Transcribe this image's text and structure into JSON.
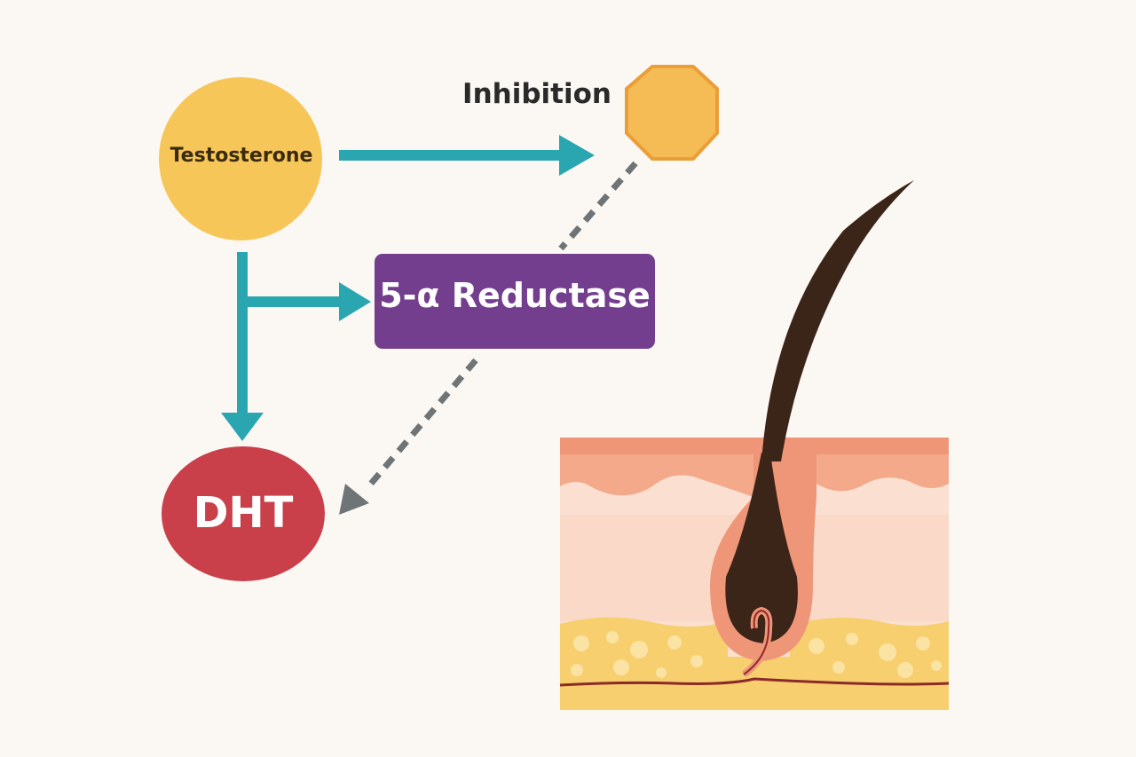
{
  "diagram": {
    "nodes": {
      "testosterone": {
        "label": "Testosterone",
        "color": "#f7c659"
      },
      "inhibitor": {
        "label": "Inhibition",
        "color": "#f5bb55"
      },
      "enzyme": {
        "label": "5-α Reductase",
        "color": "#733e8e"
      },
      "dht": {
        "label": "DHT",
        "color": "#c9404a"
      }
    },
    "edges": [
      {
        "from": "testosterone",
        "to": "inhibitor",
        "style": "solid",
        "color": "#2aa6b0"
      },
      {
        "from": "testosterone",
        "to": "enzyme",
        "style": "solid",
        "color": "#2aa6b0"
      },
      {
        "from": "testosterone",
        "to": "dht",
        "style": "solid",
        "color": "#2aa6b0"
      },
      {
        "from": "inhibitor",
        "to": "dht",
        "style": "dashed",
        "color": "#6f7477"
      }
    ],
    "illustration": {
      "subject": "hair follicle in skin cross-section",
      "colors": {
        "hair": "#3b2418",
        "epidermis": "#f4a98a",
        "dermis": "#fbe0d2",
        "fat": "#f7cf6f",
        "vessel": "#8c2a2a"
      }
    }
  }
}
